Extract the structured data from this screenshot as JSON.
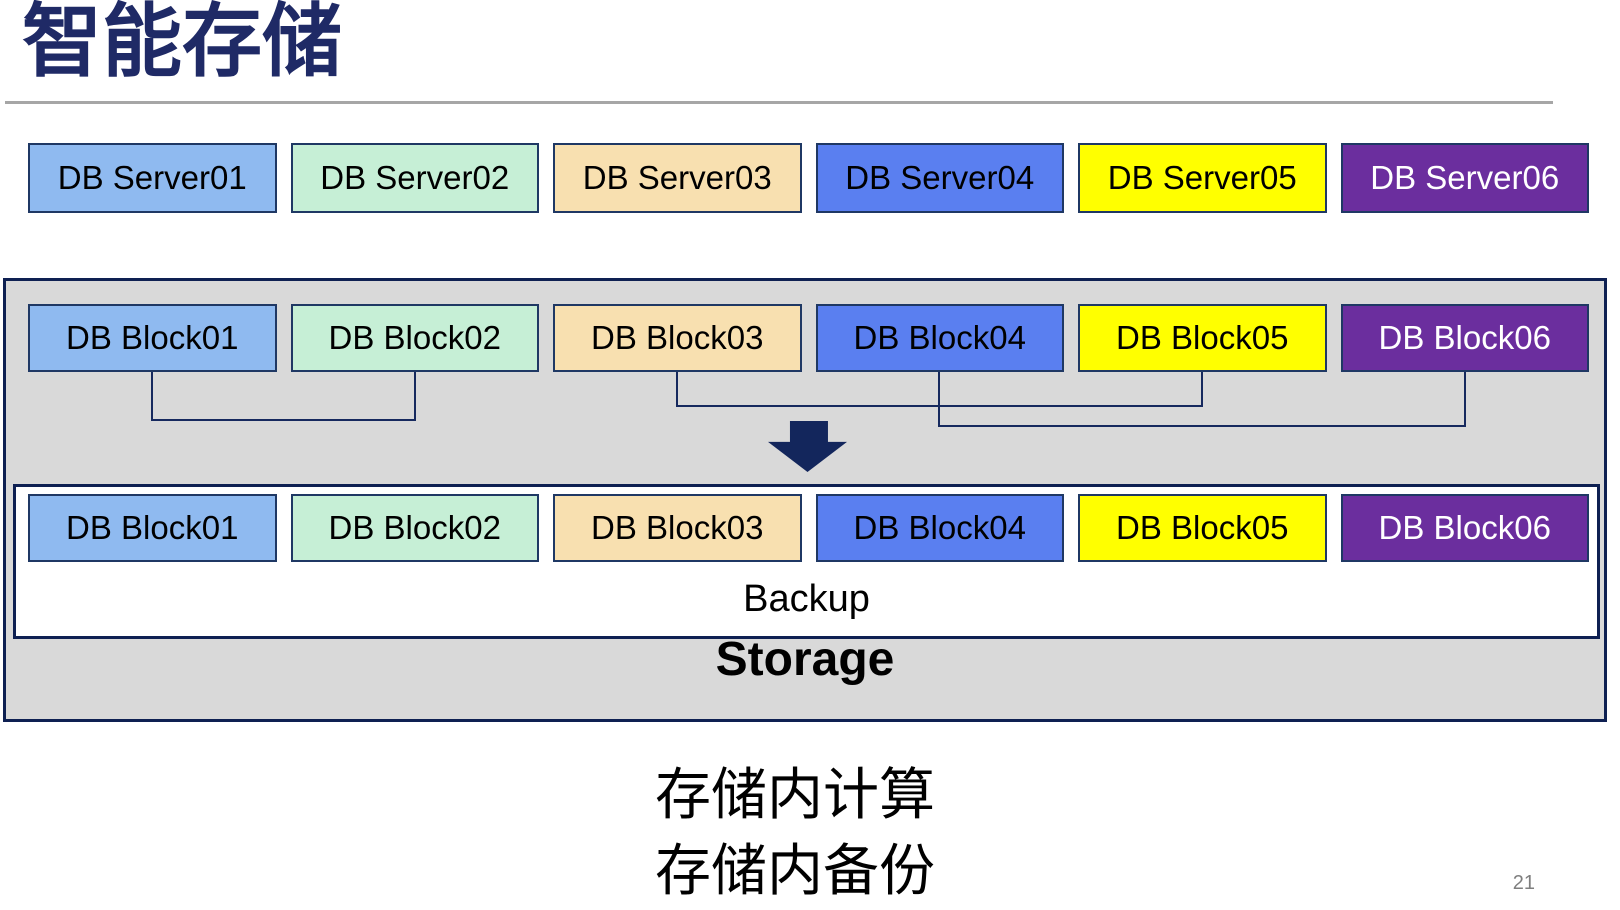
{
  "title": "智能存储",
  "page_number": "21",
  "colors": {
    "title_navy": "#1F2A66",
    "box_border": "#1F3864",
    "deep_navy": "#0E2052",
    "connector_navy": "#16295E",
    "arrow_navy": "#13265C",
    "container_gray": "#D9D9D9",
    "divider_gray": "#A6A6A6",
    "page_gray": "#7F7F7F"
  },
  "server_row": {
    "items": [
      {
        "label": "DB Server01",
        "fill": "#8FBAF0",
        "text_color": "#000000"
      },
      {
        "label": "DB Server02",
        "fill": "#C6EFD6",
        "text_color": "#000000"
      },
      {
        "label": "DB Server03",
        "fill": "#F8E0B0",
        "text_color": "#000000"
      },
      {
        "label": "DB Server04",
        "fill": "#5A7FF0",
        "text_color": "#000000"
      },
      {
        "label": "DB Server05",
        "fill": "#FFFF00",
        "text_color": "#000000"
      },
      {
        "label": "DB Server06",
        "fill": "#6B2E9E",
        "text_color": "#FFFFFF"
      }
    ]
  },
  "storage_container": {
    "upper_blocks": {
      "items": [
        {
          "label": "DB Block01",
          "fill": "#8FBAF0",
          "text_color": "#000000"
        },
        {
          "label": "DB Block02",
          "fill": "#C6EFD6",
          "text_color": "#000000"
        },
        {
          "label": "DB Block03",
          "fill": "#F8E0B0",
          "text_color": "#000000"
        },
        {
          "label": "DB Block04",
          "fill": "#5A7FF0",
          "text_color": "#000000"
        },
        {
          "label": "DB Block05",
          "fill": "#FFFF00",
          "text_color": "#000000"
        },
        {
          "label": "DB Block06",
          "fill": "#6B2E9E",
          "text_color": "#FFFFFF"
        }
      ]
    },
    "lower_blocks": {
      "items": [
        {
          "label": "DB Block01",
          "fill": "#8FBAF0",
          "text_color": "#000000"
        },
        {
          "label": "DB Block02",
          "fill": "#C6EFD6",
          "text_color": "#000000"
        },
        {
          "label": "DB Block03",
          "fill": "#F8E0B0",
          "text_color": "#000000"
        },
        {
          "label": "DB Block04",
          "fill": "#5A7FF0",
          "text_color": "#000000"
        },
        {
          "label": "DB Block05",
          "fill": "#FFFF00",
          "text_color": "#000000"
        },
        {
          "label": "DB Block06",
          "fill": "#6B2E9E",
          "text_color": "#FFFFFF"
        }
      ]
    },
    "backup_label": "Backup",
    "storage_label": "Storage"
  },
  "captions": {
    "line1": "存储内计算",
    "line2": "存储内备份"
  }
}
